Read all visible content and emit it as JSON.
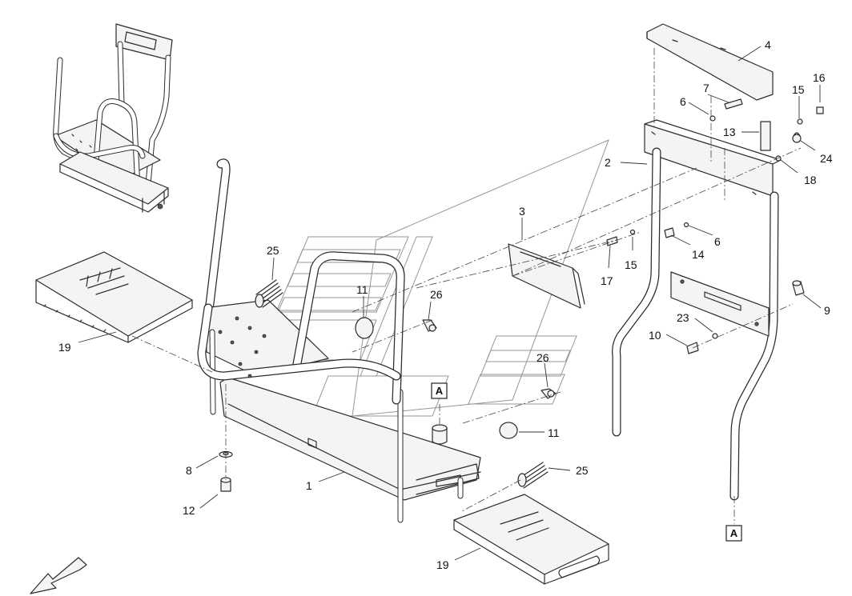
{
  "callouts": {
    "c1": "1",
    "c2": "2",
    "c3": "3",
    "c4": "4",
    "c6a": "6",
    "c6b": "6",
    "c7": "7",
    "c8": "8",
    "c9": "9",
    "c10": "10",
    "c11a": "11",
    "c11b": "11",
    "c12": "12",
    "c13": "13",
    "c14": "14",
    "c15a": "15",
    "c15b": "15",
    "c16": "16",
    "c17": "17",
    "c18": "18",
    "c19a": "19",
    "c19b": "19",
    "c23": "23",
    "c24": "24",
    "c25a": "25",
    "c25b": "25",
    "c26a": "26",
    "c26b": "26"
  },
  "ref_markers": {
    "a1": "A",
    "a2": "A"
  },
  "icons": {
    "direction_arrow": "front-direction-arrow-icon",
    "watermark": "watermark-logo"
  }
}
